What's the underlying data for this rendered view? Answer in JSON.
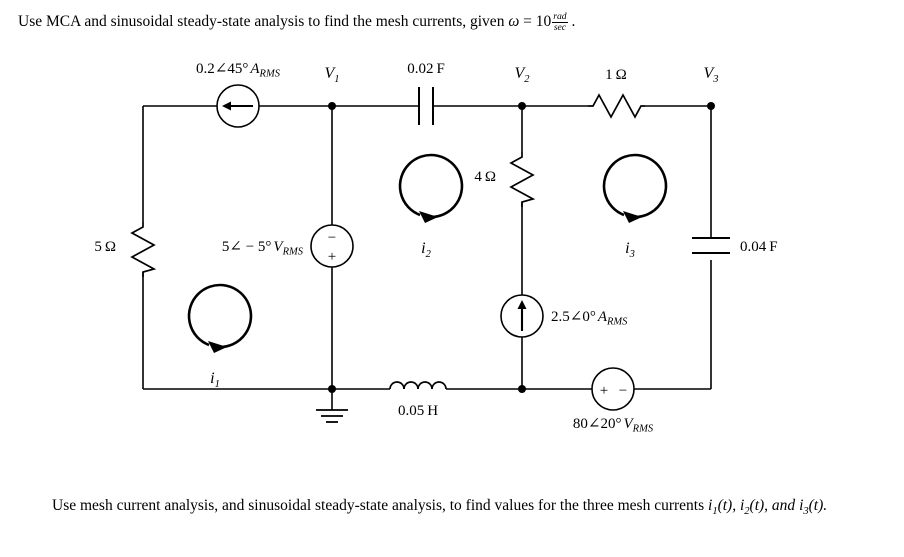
{
  "problem": {
    "top_prompt_part1": "Use MCA and sinusoidal steady-state analysis to find the mesh currents, given ",
    "omega_symbol": "ω",
    "equals": " = ",
    "omega_value": "10",
    "omega_unit_num": "rad",
    "omega_unit_den": "sec",
    "top_prompt_end": " .",
    "bottom_prompt_line1": "Use mesh current analysis, and sinusoidal steady-state analysis, to find values for the three mesh currents ",
    "bottom_i1": "i",
    "bottom_i1_sub": "1",
    "bottom_i1_arg": "(t),",
    "bottom_i2": "i",
    "bottom_i2_sub": "2",
    "bottom_i2_arg": "(t), and ",
    "bottom_i3": "i",
    "bottom_i3_sub": "3",
    "bottom_i3_arg": "(t)."
  },
  "circuit": {
    "nodes": [
      {
        "id": "V1",
        "label": "V",
        "sublabel": "1"
      },
      {
        "id": "V2",
        "label": "V",
        "sublabel": "2"
      },
      {
        "id": "V3",
        "label": "V",
        "sublabel": "3"
      }
    ],
    "components": {
      "current_source_top": {
        "value": "0.2∠45°",
        "unit": "A",
        "unit_sub": "RMS",
        "direction": "left"
      },
      "capacitor_top": {
        "value": "0.02",
        "unit": "F"
      },
      "resistor_top_right": {
        "value": "1",
        "unit": "Ω"
      },
      "resistor_left": {
        "value": "5",
        "unit": "Ω"
      },
      "voltage_source_v1": {
        "value": "5∠ − 5°",
        "unit": "V",
        "unit_sub": "RMS",
        "polarity_top": "−",
        "polarity_bottom": "+"
      },
      "resistor_mid": {
        "value": "4",
        "unit": "Ω"
      },
      "current_source_mid": {
        "value": "2.5∠0°",
        "unit": "A",
        "unit_sub": "RMS",
        "direction": "up"
      },
      "capacitor_right": {
        "value": "0.04",
        "unit": "F"
      },
      "inductor_bottom": {
        "value": "0.05",
        "unit": "H"
      },
      "voltage_source_bottom": {
        "value": "80∠20°",
        "unit": "V",
        "unit_sub": "RMS",
        "polarity_left": "+",
        "polarity_right": "−"
      },
      "ground": {
        "name": "ground-symbol"
      }
    },
    "meshes": [
      {
        "id": "i1",
        "label": "i",
        "sublabel": "1",
        "direction": "clockwise"
      },
      {
        "id": "i2",
        "label": "i",
        "sublabel": "2",
        "direction": "clockwise"
      },
      {
        "id": "i3",
        "label": "i",
        "sublabel": "3",
        "direction": "clockwise"
      }
    ],
    "colors": {
      "wire": "#000000",
      "background": "#ffffff"
    }
  }
}
